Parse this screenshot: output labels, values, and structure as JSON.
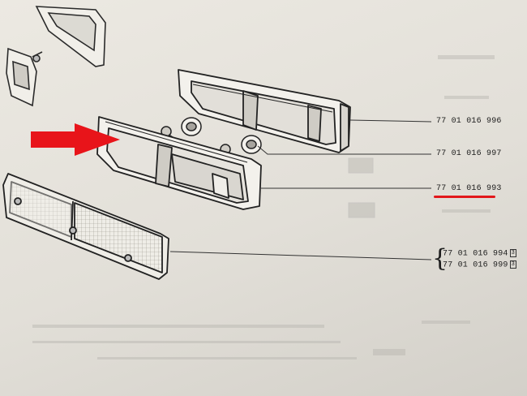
{
  "parts": [
    {
      "ref": "77 01 016 996"
    },
    {
      "ref": "77 01 016 997"
    },
    {
      "ref": "77 01 016 993"
    }
  ],
  "parts_grouped": [
    {
      "ref": "77 01 016 994",
      "suffix": "3"
    },
    {
      "ref": "77 01 016 999",
      "suffix": "3"
    }
  ],
  "colors": {
    "highlight_arrow": "#e8141a",
    "highlight_underline": "#e2171b",
    "ink": "#1d1d1d",
    "paper": "#e8e5de"
  },
  "icons": [
    "red-arrow-icon",
    "red-underline-mark"
  ]
}
